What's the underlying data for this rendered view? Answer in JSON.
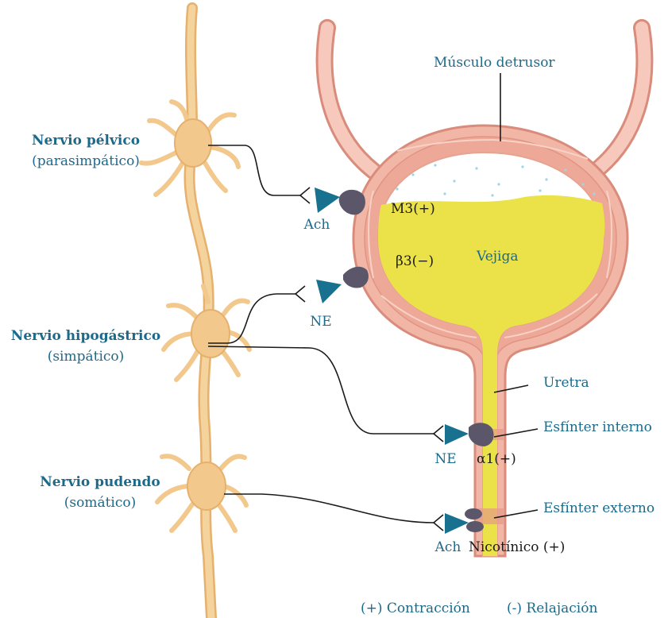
{
  "colors": {
    "nerve": "#f2c88c",
    "nerve_dark": "#e6b06d",
    "bladder_wall": "#f2b6a6",
    "bladder_wall_dark": "#d98c7b",
    "urine": "#ebe24a",
    "terminal": "#17718f",
    "receptor": "#5b566a",
    "label_blue": "#1b6a8c",
    "label_dark": "#1a1a1a",
    "line": "#1a1a1a"
  },
  "nerves": {
    "pelvic": {
      "name": "Nervio pélvico",
      "type": "(parasimpático)"
    },
    "hypogastric": {
      "name": "Nervio hipogástrico",
      "type": "(simpático)"
    },
    "pudendal": {
      "name": "Nervio pudendo",
      "type": "(somático)"
    }
  },
  "transmitters": {
    "ach_top": "Ach",
    "ne_mid": "NE",
    "ne_low": "NE",
    "ach_bottom": "Ach"
  },
  "receptors": {
    "m3": "M3(+)",
    "b3": "β3(−)",
    "a1": "α1(+)",
    "nic": "Nicotínico (+)"
  },
  "structures": {
    "detrusor": "Músculo detrusor",
    "bladder": "Vejiga",
    "urethra": "Uretra",
    "int_sphincter": "Esfínter interno",
    "ext_sphincter": "Esfínter externo"
  },
  "legend": {
    "contraction": "(+) Contracción",
    "relaxation": "(-) Relajación"
  }
}
